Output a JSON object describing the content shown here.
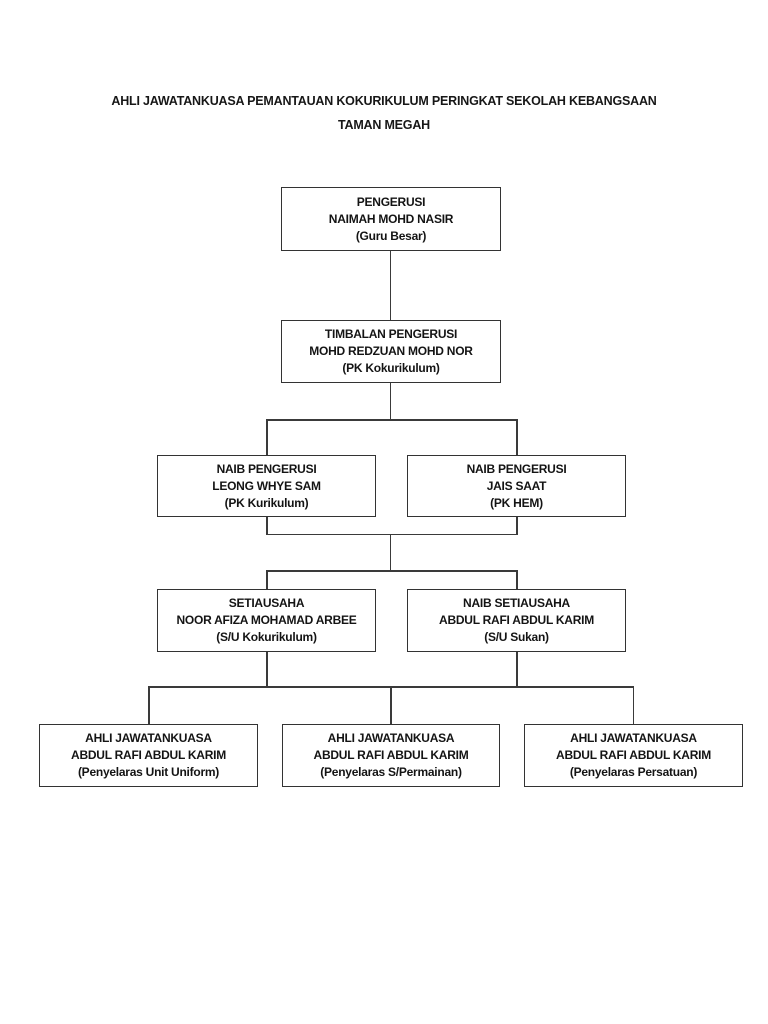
{
  "page": {
    "title_line1": "AHLI JAWATANKUASA PEMANTAUAN KOKURIKULUM PERINGKAT SEKOLAH KEBANGSAAN",
    "title_line2": "TAMAN MEGAH"
  },
  "org_chart": {
    "nodes": [
      {
        "id": "pengerusi",
        "role": "PENGERUSI",
        "name": "NAIMAH MOHD NASIR",
        "title": "(Guru Besar)"
      },
      {
        "id": "timbalan-pengerusi",
        "role": "TIMBALAN PENGERUSI",
        "name": "MOHD REDZUAN MOHD NOR",
        "title": "(PK Kokurikulum)"
      },
      {
        "id": "naib-pengerusi-1",
        "role": "NAIB PENGERUSI",
        "name": "LEONG WHYE SAM",
        "title": "(PK Kurikulum)"
      },
      {
        "id": "naib-pengerusi-2",
        "role": "NAIB PENGERUSI",
        "name": "JAIS SAAT",
        "title": "(PK HEM)"
      },
      {
        "id": "setiausaha",
        "role": "SETIAUSAHA",
        "name": "NOOR AFIZA MOHAMAD ARBEE",
        "title": "(S/U Kokurikulum)"
      },
      {
        "id": "naib-setiausaha",
        "role": "NAIB SETIAUSAHA",
        "name": "ABDUL RAFI ABDUL KARIM",
        "title": "(S/U Sukan)"
      },
      {
        "id": "ajk-unit-uniform",
        "role": "AHLI JAWATANKUASA",
        "name": "ABDUL RAFI ABDUL KARIM",
        "title": "(Penyelaras Unit Uniform)"
      },
      {
        "id": "ajk-s-permainan",
        "role": "AHLI JAWATANKUASA",
        "name": "ABDUL RAFI ABDUL KARIM",
        "title": "(Penyelaras S/Permainan)"
      },
      {
        "id": "ajk-persatuan",
        "role": "AHLI JAWATANKUASA",
        "name": "ABDUL RAFI ABDUL KARIM",
        "title": "(Penyelaras Persatuan)"
      }
    ]
  },
  "colors": {
    "background": "#ffffff",
    "line": "#3a3a3a",
    "border": "#333333",
    "text": "#141414"
  }
}
